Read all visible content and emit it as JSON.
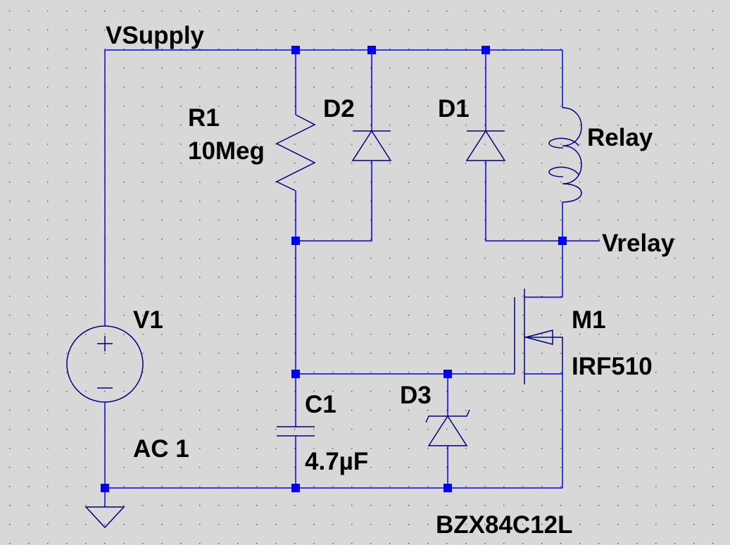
{
  "schematic": {
    "nets": {
      "supply": "VSupply",
      "relay": "Vrelay"
    },
    "source": {
      "ref": "V1",
      "value": "AC 1"
    },
    "resistor": {
      "ref": "R1",
      "value": "10Meg"
    },
    "diode_d2": {
      "ref": "D2"
    },
    "diode_d1": {
      "ref": "D1"
    },
    "coil": {
      "ref": "Relay"
    },
    "mosfet": {
      "ref": "M1",
      "value": "IRF510"
    },
    "capacitor": {
      "ref": "C1",
      "value": "4.7µF"
    },
    "zener": {
      "ref": "D3",
      "value": "BZX84C12L"
    }
  },
  "colors": {
    "background": "#d8d8d8",
    "wire": "#0000ff",
    "component": "#000080",
    "text": "#000000",
    "grid": "#505050"
  }
}
